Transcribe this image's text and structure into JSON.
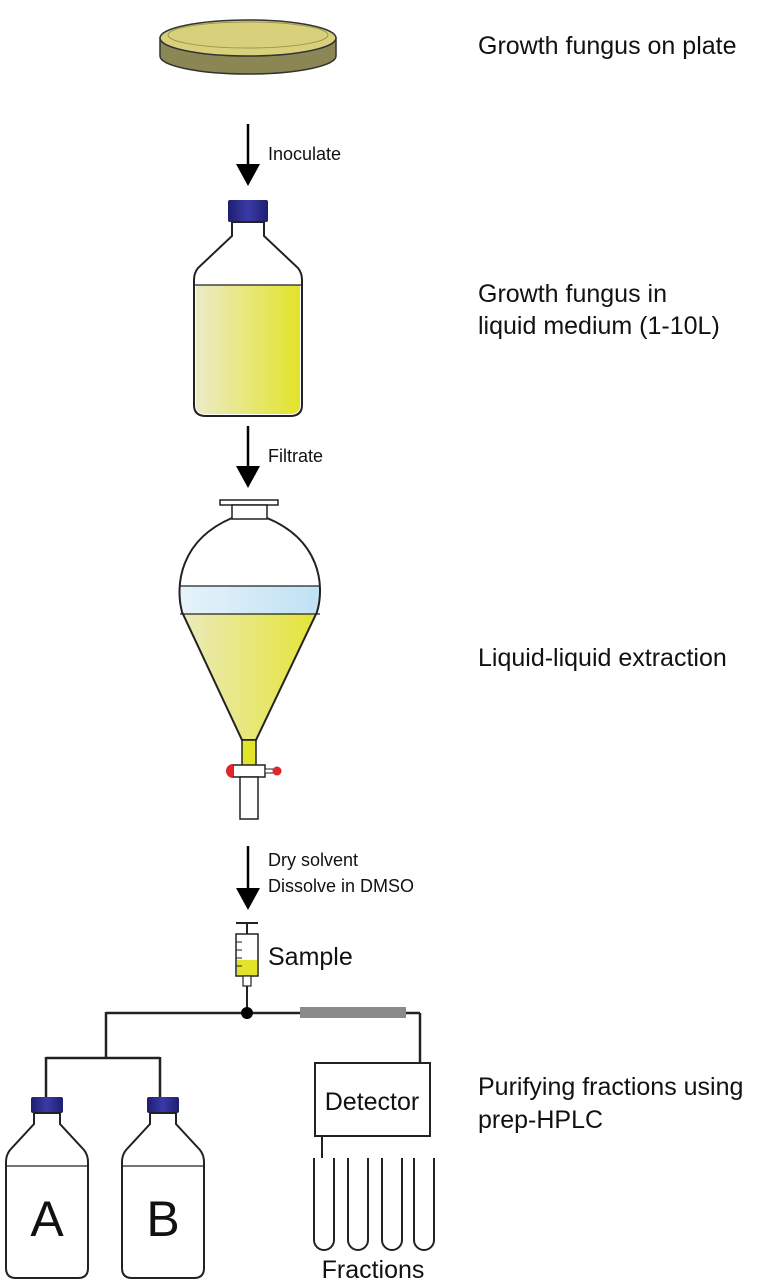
{
  "steps": {
    "plate": "Growth fungus on plate",
    "liquid_line1": "Growth fungus in",
    "liquid_line2": "liquid medium (1-10L)",
    "extraction": "Liquid-liquid extraction",
    "hplc_line1": "Purifying fractions using",
    "hplc_line2": "prep-HPLC"
  },
  "arrows": {
    "inoculate": "Inoculate",
    "filtrate": "Filtrate",
    "dry_line1": "Dry solvent",
    "dry_line2": "Dissolve in DMSO"
  },
  "labels": {
    "sample": "Sample",
    "detector": "Detector",
    "bottle_a": "A",
    "bottle_b": "B",
    "fractions": "Fractions"
  },
  "colors": {
    "medium_yellow": "#e3e32a",
    "medium_pale": "#ecebc8",
    "plate_agar": "#d6cf7a",
    "solvent_blue": "#cbe7f5",
    "cap_blue": "#2a2a8a",
    "stopcock_red": "#e0252b",
    "column_gray": "#8a8a8a"
  }
}
